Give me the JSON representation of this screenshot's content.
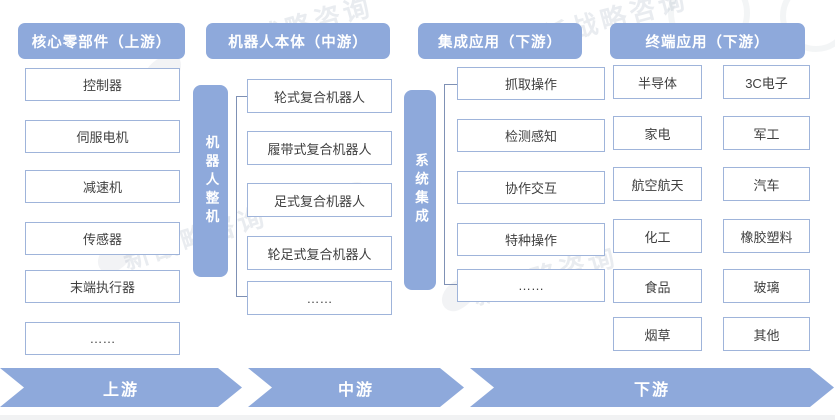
{
  "headers": {
    "core": "核心零部件（上游）",
    "body": "机器人本体（中游）",
    "integration": "集成应用（下游）",
    "terminal": "终端应用（下游）"
  },
  "columns": {
    "core": [
      "控制器",
      "伺服电机",
      "减速机",
      "传感器",
      "末端执行器",
      "……"
    ],
    "body": [
      "轮式复合机器人",
      "履带式复合机器人",
      "足式复合机器人",
      "轮足式复合机器人",
      "……"
    ],
    "integration": [
      "抓取操作",
      "检测感知",
      "协作交互",
      "特种操作",
      "……"
    ],
    "terminal_left": [
      "半导体",
      "家电",
      "航空航天",
      "化工",
      "食品",
      "烟草"
    ],
    "terminal_right": [
      "3C电子",
      "军工",
      "汽车",
      "橡胶塑料",
      "玻璃",
      "其他"
    ]
  },
  "connectors": {
    "robot_machine": "机器人整机",
    "system_integration": "系统集成"
  },
  "flow": {
    "upstream": "上游",
    "midstream": "中游",
    "downstream": "下游"
  },
  "watermark": {
    "text": "新战略咨询"
  },
  "colors": {
    "primary_blue": "#8EA9DB",
    "box_border": "#9FB4DA",
    "text_color": "#3F3F3F",
    "bracket_color": "#7F91B5"
  }
}
